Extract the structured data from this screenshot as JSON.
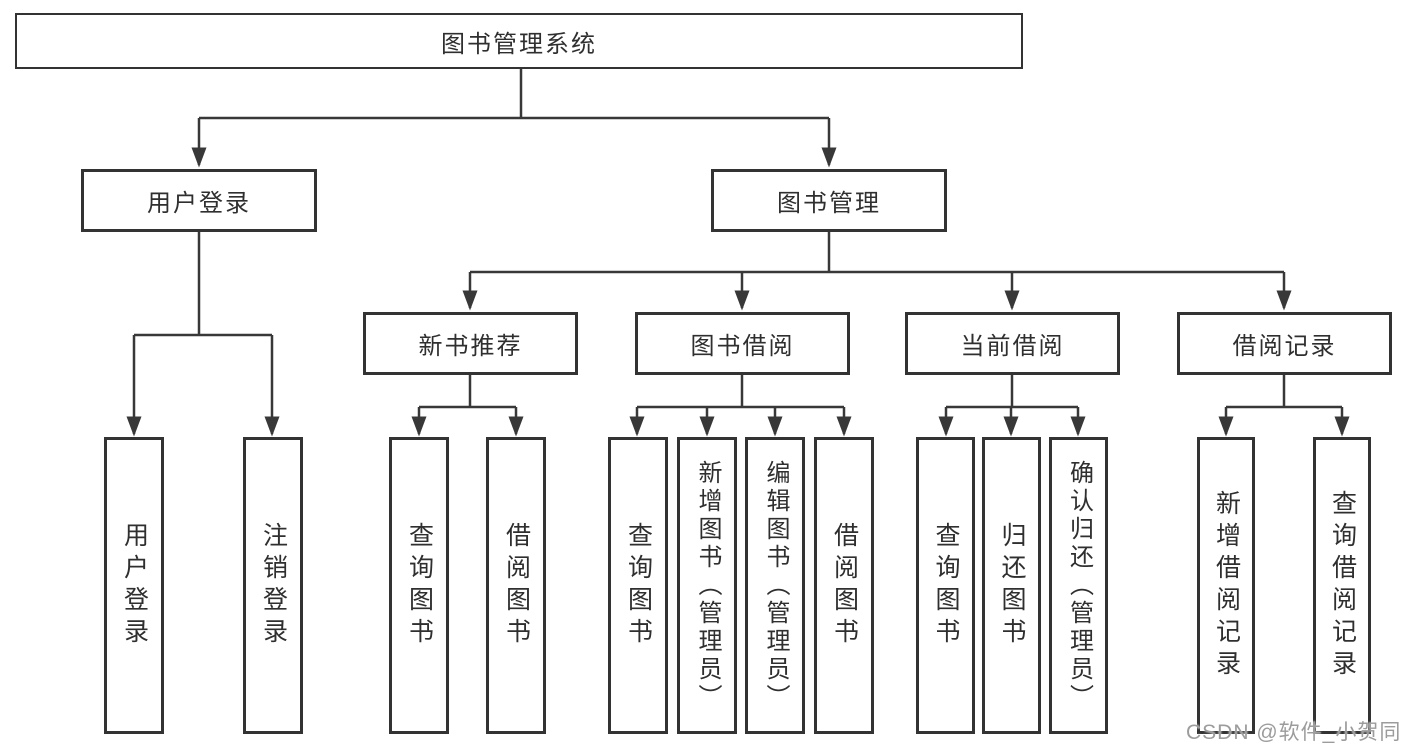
{
  "colors": {
    "line": "#383838",
    "border": "#333333",
    "text": "#2f2f2f",
    "background": "#ffffff",
    "watermark": "#9c9c9c"
  },
  "tree": {
    "root": "图书管理系统",
    "branches": [
      {
        "label": "用户登录",
        "leaves": [
          "用户登录",
          "注销登录"
        ]
      },
      {
        "label": "图书管理",
        "groups": [
          {
            "label": "新书推荐",
            "leaves": [
              "查询图书",
              "借阅图书"
            ]
          },
          {
            "label": "图书借阅",
            "leaves": [
              "查询图书",
              "新增图书（管理员）",
              "编辑图书（管理员）",
              "借阅图书"
            ]
          },
          {
            "label": "当前借阅",
            "leaves": [
              "查询图书",
              "归还图书",
              "确认归还（管理员）"
            ]
          },
          {
            "label": "借阅记录",
            "leaves": [
              "新增借阅记录",
              "查询借阅记录"
            ]
          }
        ]
      }
    ]
  },
  "watermark": "CSDN @软件_小贺同学"
}
